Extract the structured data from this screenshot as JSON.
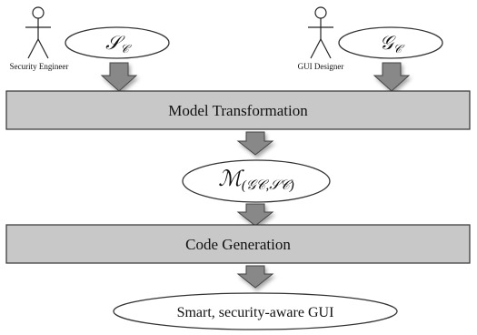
{
  "actors": {
    "security_engineer": {
      "label": "Security Engineer",
      "icon": "stick-figure-icon"
    },
    "gui_designer": {
      "label": "GUI Designer",
      "icon": "stick-figure-icon"
    }
  },
  "inputs": {
    "security_model": {
      "symbol": "𝒮",
      "subscript": "𝒞"
    },
    "gui_model": {
      "symbol": "𝒢",
      "subscript": "𝒞"
    }
  },
  "steps": {
    "model_transformation": "Model Transformation",
    "code_generation": "Code Generation"
  },
  "intermediate": {
    "symbol": "ℳ",
    "subscript": "(𝒢𝒞,𝒮𝒞)"
  },
  "output": {
    "label": "Smart, security-aware GUI"
  },
  "colors": {
    "band_fill": "#c8c8c8",
    "arrow_fill": "#888888",
    "stroke": "#333333"
  },
  "icons": [
    "stick-figure-icon",
    "down-arrow-icon"
  ]
}
